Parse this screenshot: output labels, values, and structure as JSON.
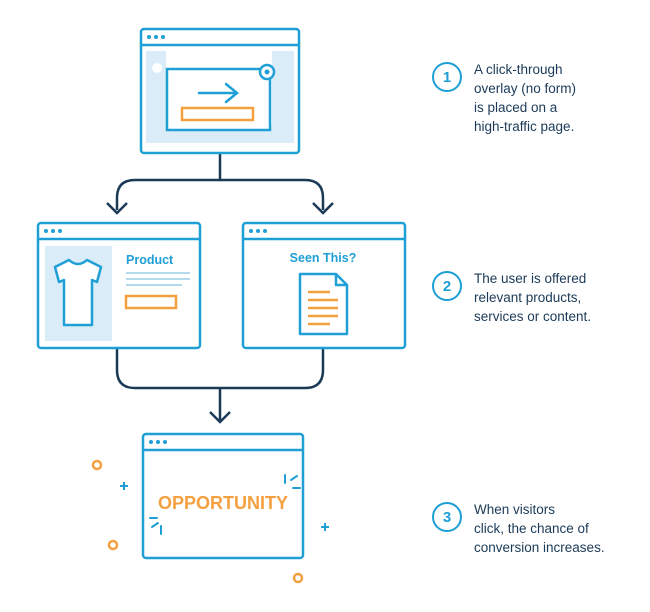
{
  "colors": {
    "blue": "#1e9fd6",
    "light_blue": "#d9ecf7",
    "orange": "#f5a040",
    "navy": "#1b3a57"
  },
  "windows": {
    "product_title": "Product",
    "seen_title": "Seen This?",
    "opportunity_word": "OPPORTUNITY"
  },
  "steps": [
    {
      "number": "1",
      "text": "A click-through\noverlay (no form)\nis placed on a\nhigh-traffic page."
    },
    {
      "number": "2",
      "text": "The user is offered\nrelevant products,\nservices or content."
    },
    {
      "number": "3",
      "text": "When visitors\nclick, the chance of\nconversion increases."
    }
  ]
}
